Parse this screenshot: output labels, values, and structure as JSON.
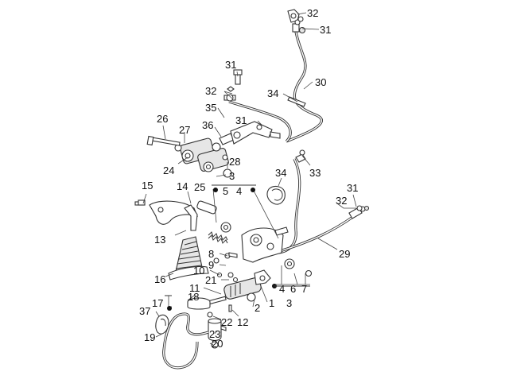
{
  "labels": [
    {
      "id": "p32a",
      "text": "32"
    },
    {
      "id": "p31a",
      "text": "31"
    },
    {
      "id": "p31b",
      "text": "31"
    },
    {
      "id": "p30",
      "text": "30"
    },
    {
      "id": "p32b",
      "text": "32"
    },
    {
      "id": "p34a",
      "text": "34"
    },
    {
      "id": "p35",
      "text": "35"
    },
    {
      "id": "p26",
      "text": "26"
    },
    {
      "id": "p27",
      "text": "27"
    },
    {
      "id": "p36",
      "text": "36"
    },
    {
      "id": "p31c",
      "text": "31"
    },
    {
      "id": "p33",
      "text": "33"
    },
    {
      "id": "p28",
      "text": "28"
    },
    {
      "id": "p24",
      "text": "24"
    },
    {
      "id": "p3a",
      "text": "3"
    },
    {
      "id": "p34b",
      "text": "34"
    },
    {
      "id": "p15",
      "text": "15"
    },
    {
      "id": "p14",
      "text": "14"
    },
    {
      "id": "p25",
      "text": "25"
    },
    {
      "id": "p5a",
      "text": "5"
    },
    {
      "id": "p4a",
      "text": "4"
    },
    {
      "id": "p31d",
      "text": "31"
    },
    {
      "id": "p32c",
      "text": "32"
    },
    {
      "id": "p13",
      "text": "13"
    },
    {
      "id": "p29",
      "text": "29"
    },
    {
      "id": "p8",
      "text": "8"
    },
    {
      "id": "p9",
      "text": "9"
    },
    {
      "id": "p10",
      "text": "10"
    },
    {
      "id": "p16",
      "text": "16"
    },
    {
      "id": "p21",
      "text": "21"
    },
    {
      "id": "p4b",
      "text": "4"
    },
    {
      "id": "p6",
      "text": "6"
    },
    {
      "id": "p7",
      "text": "7"
    },
    {
      "id": "p11",
      "text": "11"
    },
    {
      "id": "p2",
      "text": "2"
    },
    {
      "id": "p1",
      "text": "1"
    },
    {
      "id": "p3b",
      "text": "3"
    },
    {
      "id": "p18",
      "text": "18"
    },
    {
      "id": "p17",
      "text": "17"
    },
    {
      "id": "p37",
      "text": "37"
    },
    {
      "id": "p22",
      "text": "22"
    },
    {
      "id": "p12",
      "text": "12"
    },
    {
      "id": "p23",
      "text": "23"
    },
    {
      "id": "p19",
      "text": "19"
    },
    {
      "id": "p20",
      "text": "20"
    }
  ]
}
